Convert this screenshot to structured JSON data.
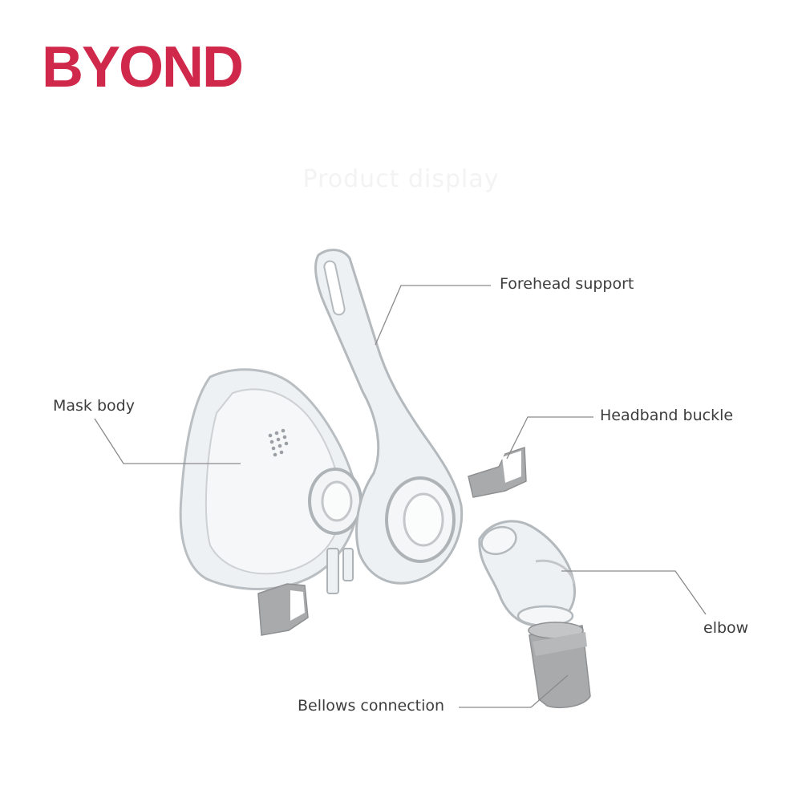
{
  "brand": {
    "logo_text": "BYOND",
    "color": "#d0284b"
  },
  "heading": {
    "text": "Product display"
  },
  "labels": {
    "forehead_support": "Forehead support",
    "mask_body": "Mask body",
    "headband_buckle": "Headband buckle",
    "elbow": "elbow",
    "bellows_connection": "Bellows connection"
  },
  "colors": {
    "leader_line": "#8a8a8a",
    "clear_plastic": "#e9ecee",
    "clear_outline": "#b9bec2",
    "grey_part": "#a9aaac"
  }
}
